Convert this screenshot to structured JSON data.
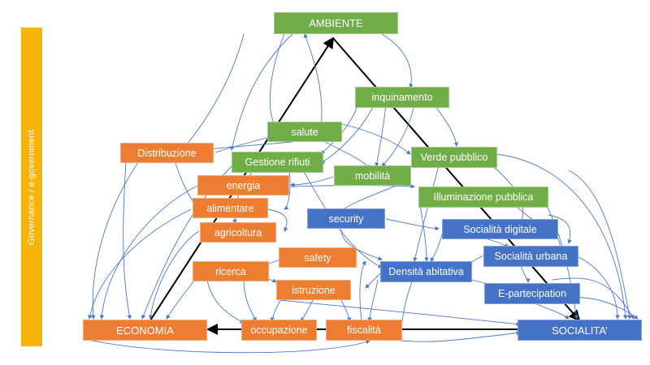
{
  "side_label": "Governance / e-government",
  "colors": {
    "ambiente": "#70ad47",
    "economia": "#ed7d31",
    "socialita": "#4472c4",
    "governance": "#f6b40a",
    "connector": "#4a78c8",
    "triangle": "#000000"
  },
  "nodes": {
    "ambiente": "AMBIENTE",
    "inquinamento": "inquinamento",
    "salute": "salute",
    "gestione_rifiuti": "Gestione rifiuti",
    "mobilita": "mobilità",
    "verde_pubblico": "Verde pubblico",
    "distribuzione": "Distribuzione",
    "energia": "energia",
    "alimentare": "alimentare",
    "agricoltura": "agricoltura",
    "illuminazione": "Illuminazione pubblica",
    "security": "security",
    "socialita_digitale": "Socialità digitale",
    "socialita_urbana": "Socialità urbana",
    "safety": "safety",
    "ricerca": "ricerca",
    "istruzione": "istruzione",
    "densita": "Densità abitativa",
    "e_partecipation": "E-partecipation",
    "economia": "ECONOMIA",
    "occupazione": "occupazione",
    "fiscalita": "fiscalità",
    "socialita": "SOCIALITA’"
  }
}
